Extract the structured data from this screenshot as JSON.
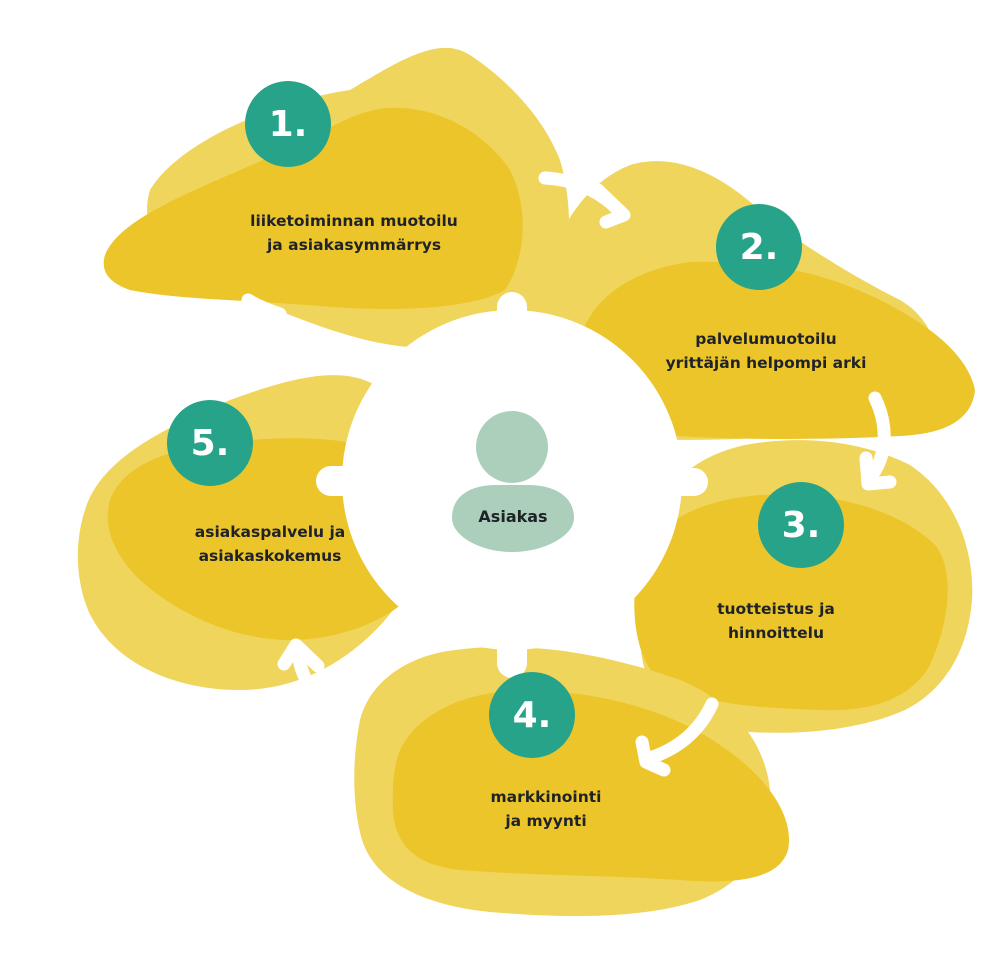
{
  "center": {
    "label": "Asiakas",
    "avatar_icon": "person-icon"
  },
  "steps": [
    {
      "number": "1.",
      "line1": "liiketoiminnan muotoilu",
      "line2": "ja asiakasymmärrys"
    },
    {
      "number": "2.",
      "line1": "palvelumuotoilu",
      "line2": "yrittäjän helpompi arki"
    },
    {
      "number": "3.",
      "line1": "tuotteistus ja",
      "line2": "hinnoittelu"
    },
    {
      "number": "4.",
      "line1": "markkinointi",
      "line2": "ja myynti"
    },
    {
      "number": "5.",
      "line1": "asiakaspalvelu ja",
      "line2": "asiakaskokemus"
    }
  ],
  "colors": {
    "blob_light": "#f0d55c",
    "blob_dark": "#ecc52b",
    "badge": "#26a389",
    "avatar": "#abcfbb",
    "text": "#1f2328"
  }
}
